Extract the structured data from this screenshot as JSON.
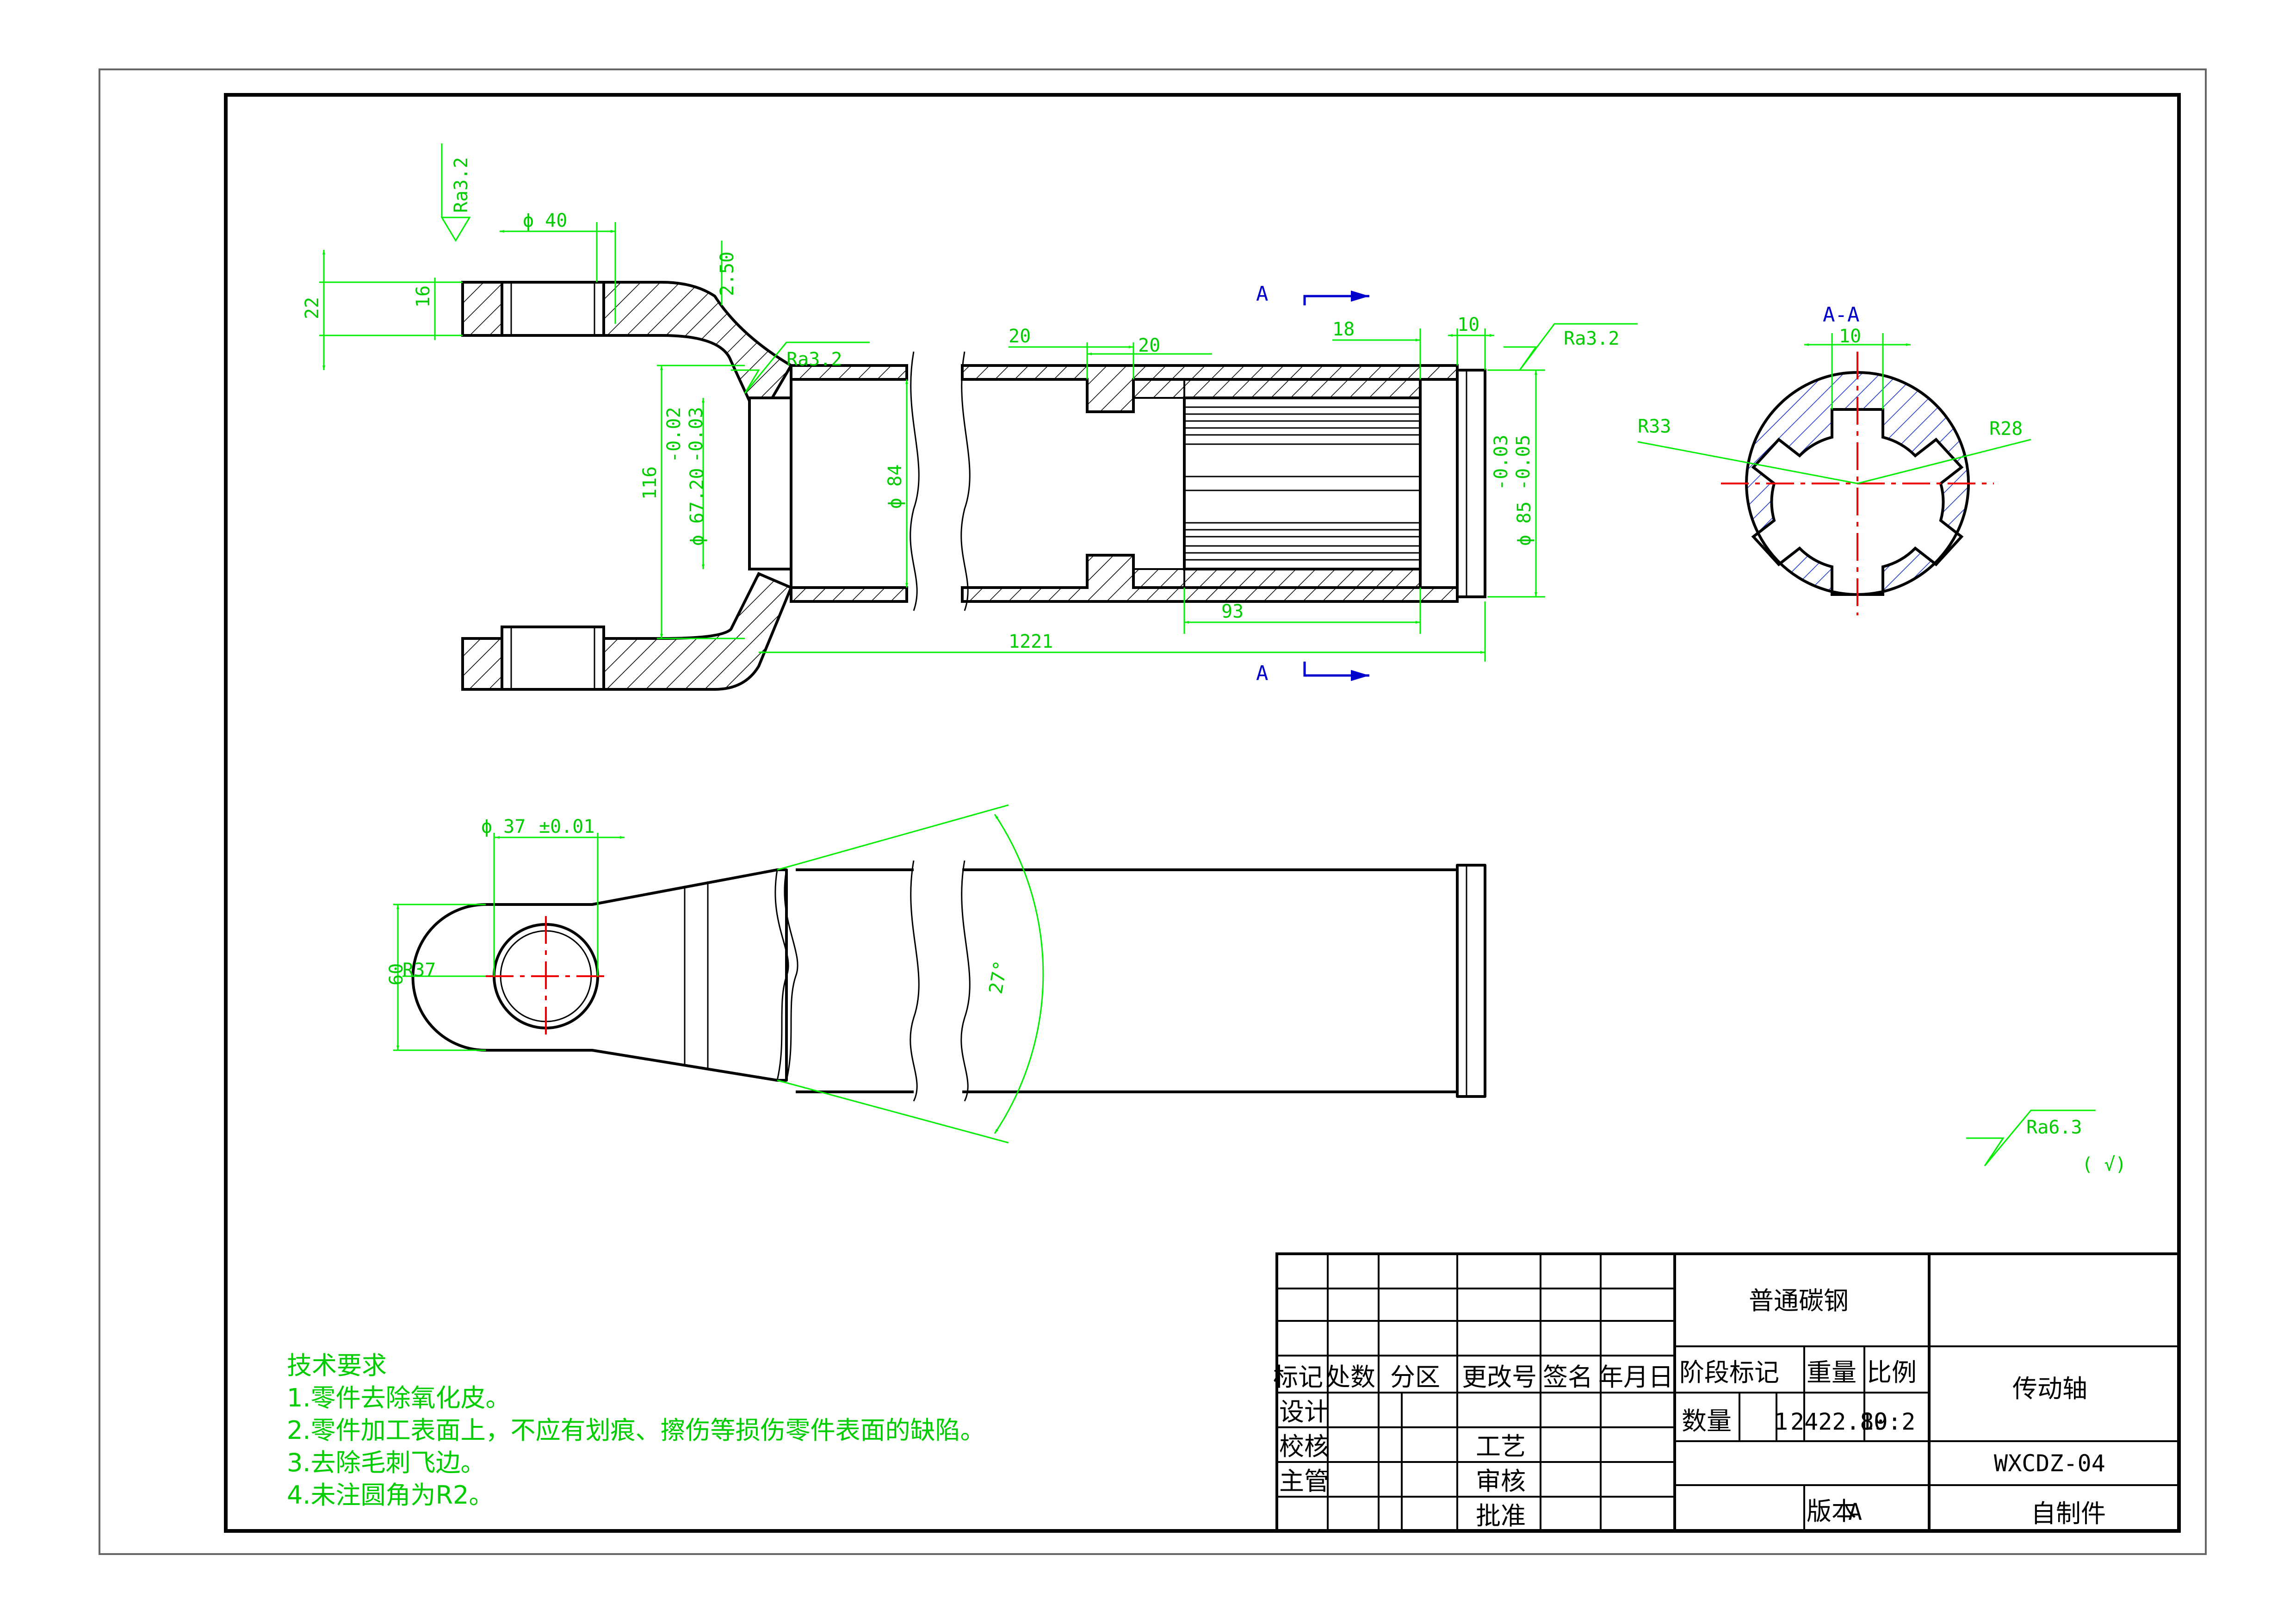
{
  "section_labels": {
    "cut_top": "A",
    "cut_bottom": "A",
    "section_title": "A-A"
  },
  "dimensions": {
    "phi40": "ϕ 40",
    "h22": "22",
    "h16": "16",
    "d50": "2.50",
    "ra_yoke": "Ra3.2",
    "ra_yoke2": "Ra3.2",
    "ra_end": "Ra3.2",
    "h116": "116",
    "phi67": "ϕ 67.20",
    "tol67a": "-0.02",
    "tol67b": "-0.03",
    "phi84": "ϕ 84",
    "w20a": "20",
    "w20b": "20",
    "w18": "18",
    "w10": "10",
    "phi85": "ϕ 85",
    "tol85a": "-0.03",
    "tol85b": "-0.05",
    "l93": "93",
    "l1221": "1221",
    "sec_w10": "10",
    "r33": "R33",
    "r28": "R28",
    "phi37": "ϕ 37",
    "tol37": "±0.01",
    "h60": "60",
    "r37": "R37",
    "ang27": "27°"
  },
  "general_roughness": {
    "value": "Ra6.3",
    "check": "( √)"
  },
  "notes": {
    "title": "技术要求",
    "items": [
      "1.零件去除氧化皮。",
      "2.零件加工表面上，不应有划痕、擦伤等损伤零件表面的缺陷。",
      "3.去除毛刺飞边。",
      "4.未注圆角为R2。"
    ]
  },
  "title_block": {
    "material": "普通碳钢",
    "part_name": "传动轴",
    "drawing_no": "WXCDZ-04",
    "source": "自制件",
    "rev_headers": [
      "标记",
      "处数",
      "分区",
      "更改号",
      "签名",
      "年月日"
    ],
    "roles": [
      "设计",
      "校核",
      "主管"
    ],
    "roles2": [
      "工艺",
      "审核",
      "批准"
    ],
    "stage": "阶段标记",
    "weight_label": "重量",
    "scale_label": "比例",
    "qty_label": "数量",
    "qty": "1",
    "weight": "2422.89",
    "scale": "10:2",
    "version_label": "版本",
    "version": "A"
  }
}
